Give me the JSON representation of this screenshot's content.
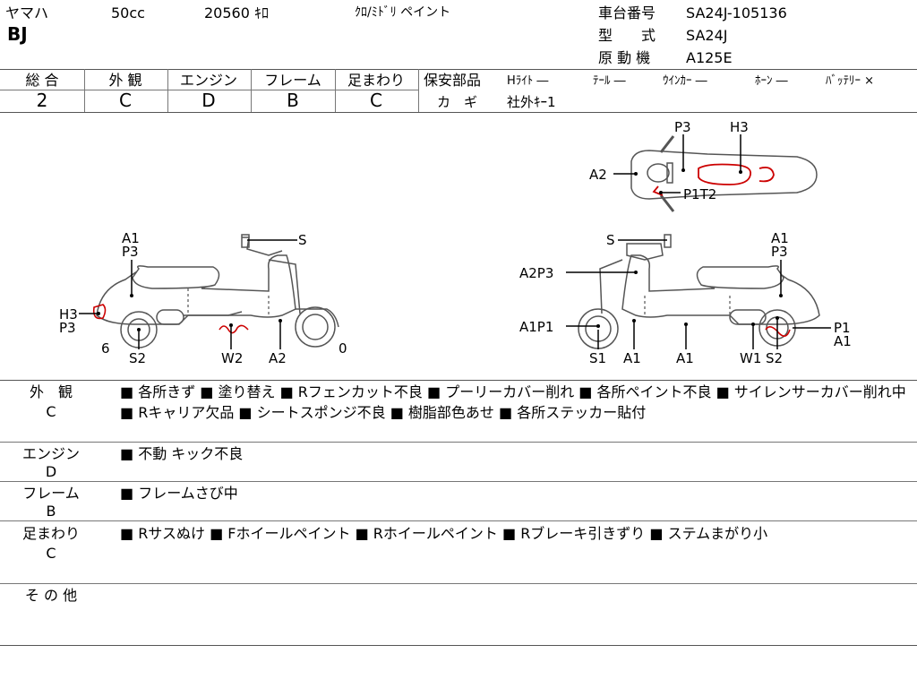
{
  "header": {
    "maker": "ヤマハ",
    "displacement": "50cc",
    "mileage": "20560 ｷﾛ",
    "color": "ｸﾛ/ﾐﾄﾞﾘ ペイント",
    "model_name": "BJ",
    "frame_no_label": "車台番号",
    "frame_no": "SA24J-105136",
    "type_label": "型　　式",
    "type": "SA24J",
    "engine_label": "原 動 機",
    "engine": "A125E"
  },
  "grades": {
    "overall_label": "総 合",
    "overall": "2",
    "exterior_label": "外 観",
    "exterior": "C",
    "engine_label": "エンジン",
    "engine": "D",
    "frame_label": "フレーム",
    "frame": "B",
    "suspension_label": "足まわり",
    "suspension": "C"
  },
  "safety": {
    "label": "保安部品",
    "headlight": "Hﾗｲﾄ ―",
    "tail": "ﾃｰﾙ ―",
    "winker": "ｳｲﾝｶｰ ―",
    "horn": "ﾎｰﾝ ―",
    "battery": "ﾊﾞｯﾃﾘｰ ×",
    "key_label": "カ　ギ",
    "key": "社外ｷｰ1"
  },
  "diagram": {
    "top": {
      "p3": "P3",
      "h3": "H3",
      "a2": "A2",
      "p1t2": "P1T2"
    },
    "left": {
      "a1": "A1",
      "p3": "P3",
      "s": "S",
      "h3": "H3",
      "p3b": "P3",
      "six": "6",
      "zero": "0",
      "s2": "S2",
      "w2": "W2",
      "a2": "A2"
    },
    "right": {
      "s": "S",
      "a1": "A1",
      "p3": "P3",
      "a2p3": "A2P3",
      "a1p1": "A1P1",
      "p1": "P1",
      "a1b": "A1",
      "s1": "S1",
      "a1c": "A1",
      "a1d": "A1",
      "w1": "W1",
      "s2": "S2"
    }
  },
  "remarks": [
    {
      "label": "外　観",
      "grade": "C",
      "text": "■ 各所きず ■ 塗り替え ■ Rフェンカット不良 ■ プーリーカバー削れ ■ 各所ペイント不良 ■ サイレンサーカバー削れ中 ■ Rキャリア欠品 ■ シートスポンジ不良 ■ 樹脂部色あせ ■ 各所ステッカー貼付"
    },
    {
      "label": "エンジン",
      "grade": "D",
      "text": "■ 不動 キック不良"
    },
    {
      "label": "フレーム",
      "grade": "B",
      "text": "■ フレームさび中"
    },
    {
      "label": "足まわり",
      "grade": "C",
      "text": "■ Rサスぬけ ■ Fホイールペイント ■ Rホイールペイント ■ Rブレーキ引きずり ■ ステムまがり小"
    },
    {
      "label": "そ の 他",
      "grade": "",
      "text": ""
    }
  ]
}
